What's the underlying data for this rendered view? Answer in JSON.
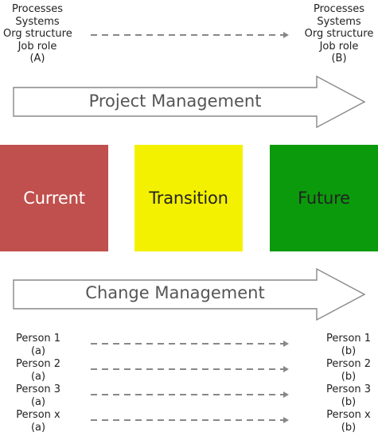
{
  "top_left": {
    "lines": [
      "Processes",
      "Systems",
      "Org structure",
      "Job role",
      "(A)"
    ]
  },
  "top_right": {
    "lines": [
      "Processes",
      "Systems",
      "Org structure",
      "Job role",
      "(B)"
    ]
  },
  "project_arrow": {
    "label": "Project Management"
  },
  "states": {
    "current": {
      "label": "Current",
      "color": "#c0504d"
    },
    "transition": {
      "label": "Transition",
      "color": "#f4f100"
    },
    "future": {
      "label": "Future",
      "color": "#0b9a0b"
    }
  },
  "change_arrow": {
    "label": "Change Management"
  },
  "persons": [
    {
      "left_name": "Person 1",
      "left_sub": "(a)",
      "right_name": "Person 1",
      "right_sub": "(b)"
    },
    {
      "left_name": "Person 2",
      "left_sub": "(a)",
      "right_name": "Person 2",
      "right_sub": "(b)"
    },
    {
      "left_name": "Person 3",
      "left_sub": "(a)",
      "right_name": "Person 3",
      "right_sub": "(b)"
    },
    {
      "left_name": "Person x",
      "left_sub": "(a)",
      "right_name": "Person x",
      "right_sub": "(b)"
    }
  ]
}
